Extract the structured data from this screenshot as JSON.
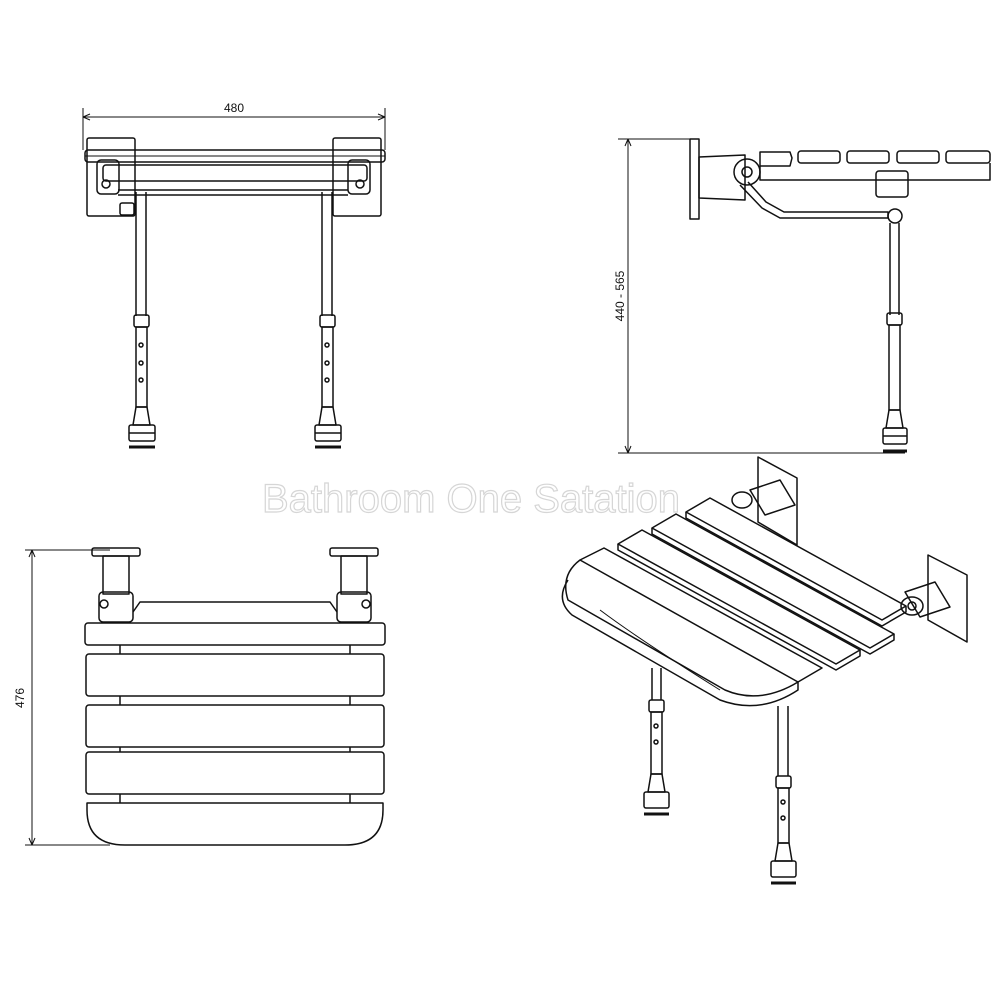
{
  "dimensions": {
    "width": "480",
    "height_range": "440 - 565",
    "depth": "476"
  },
  "watermark": "Bathroom One Satation",
  "colors": {
    "line": "#111111",
    "background": "#ffffff",
    "watermark": "#d6d6d6"
  }
}
